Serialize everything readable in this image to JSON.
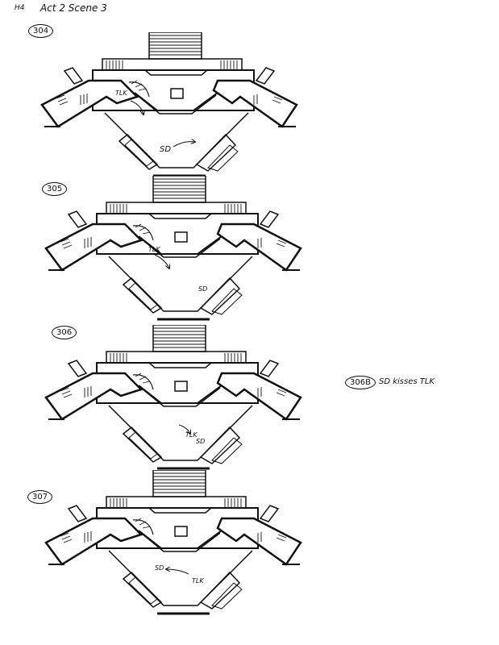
{
  "header": {
    "page_code": "H4",
    "title": "Act 2 Scene 3"
  },
  "shots": [
    {
      "number": "304",
      "notes": [
        "TLK",
        "SD"
      ]
    },
    {
      "number": "305",
      "notes": [
        "TLK",
        "SD"
      ]
    },
    {
      "number": "306",
      "notes": [
        "TLK",
        "SD"
      ]
    },
    {
      "number": "307",
      "notes": [
        "SD",
        "TLK"
      ]
    }
  ],
  "side_note": {
    "number": "306B",
    "text": "SD kisses TLK"
  },
  "colors": {
    "ink": "#111111",
    "paper": "#ffffff"
  }
}
